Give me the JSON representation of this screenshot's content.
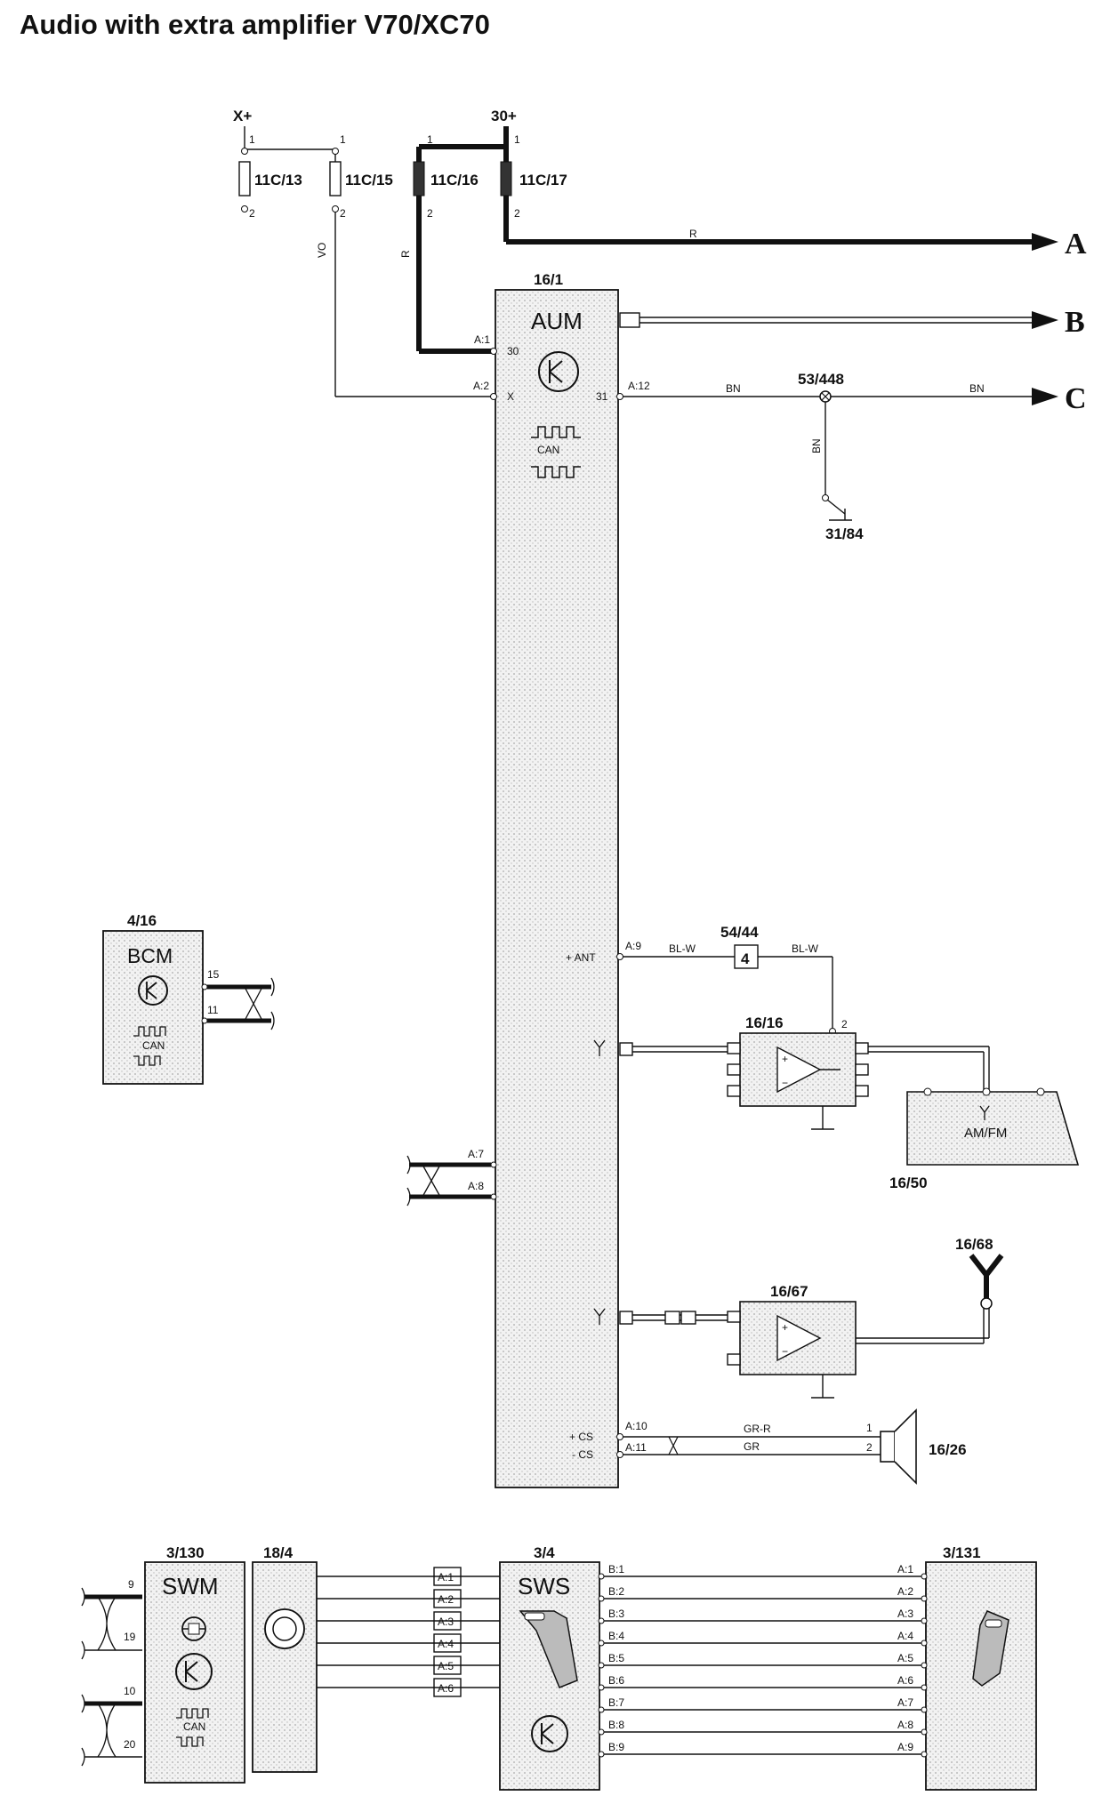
{
  "title": "Audio with extra amplifier V70/XC70",
  "supplies": {
    "xplus": "X+",
    "b30": "30+"
  },
  "fuses": [
    {
      "id": "11C/13",
      "p1": "1",
      "p2": "2"
    },
    {
      "id": "11C/15",
      "p1": "1",
      "p2": "2"
    },
    {
      "id": "11C/16",
      "p1": "1",
      "p2": "2"
    },
    {
      "id": "11C/17",
      "p1": "1",
      "p2": "2"
    }
  ],
  "wire_colors": {
    "vo": "VO",
    "r1": "R",
    "r2": "R",
    "bn1": "BN",
    "bn2": "BN",
    "bn3": "BN",
    "blw1": "BL-W",
    "blw2": "BL-W",
    "grr": "GR-R",
    "gr": "GR"
  },
  "outputs": {
    "a": "A",
    "b": "B",
    "c": "C"
  },
  "aum": {
    "id": "16/1",
    "name": "AUM",
    "can": "CAN",
    "pins": {
      "a1": "A:1",
      "p30": "30",
      "a2": "A:2",
      "px": "X",
      "a12": "A:12",
      "p31": "31",
      "a9": "A:9",
      "ant": "+ ANT",
      "a7": "A:7",
      "a8": "A:8",
      "a10": "A:10",
      "a11": "A:11",
      "csp": "+ CS",
      "csm": "- CS"
    }
  },
  "splice": "53/448",
  "ground": "31/84",
  "bcm": {
    "id": "4/16",
    "name": "BCM",
    "can": "CAN",
    "p15": "15",
    "p11": "11"
  },
  "conn_5444": {
    "id": "54/44",
    "pin": "4"
  },
  "amp_1616": {
    "id": "16/16",
    "pin2": "2"
  },
  "radio_1650": {
    "id": "16/50",
    "label": "AM/FM"
  },
  "amp_1667": {
    "id": "16/67"
  },
  "antenna_1668": {
    "id": "16/68"
  },
  "speaker": {
    "id": "16/26",
    "p1": "1",
    "p2": "2"
  },
  "swm": {
    "id": "3/130",
    "name": "SWM",
    "can": "CAN",
    "pins": [
      "9",
      "19",
      "10",
      "20"
    ]
  },
  "clock_spring": {
    "id": "18/4"
  },
  "connector_a": [
    "A:1",
    "A:2",
    "A:3",
    "A:4",
    "A:5",
    "A:6"
  ],
  "sws": {
    "id": "3/4",
    "name": "SWS",
    "bpins": [
      "B:1",
      "B:2",
      "B:3",
      "B:4",
      "B:5",
      "B:6",
      "B:7",
      "B:8",
      "B:9"
    ]
  },
  "sw_3131": {
    "id": "3/131",
    "apins": [
      "A:1",
      "A:2",
      "A:3",
      "A:4",
      "A:5",
      "A:6",
      "A:7",
      "A:8",
      "A:9"
    ]
  }
}
